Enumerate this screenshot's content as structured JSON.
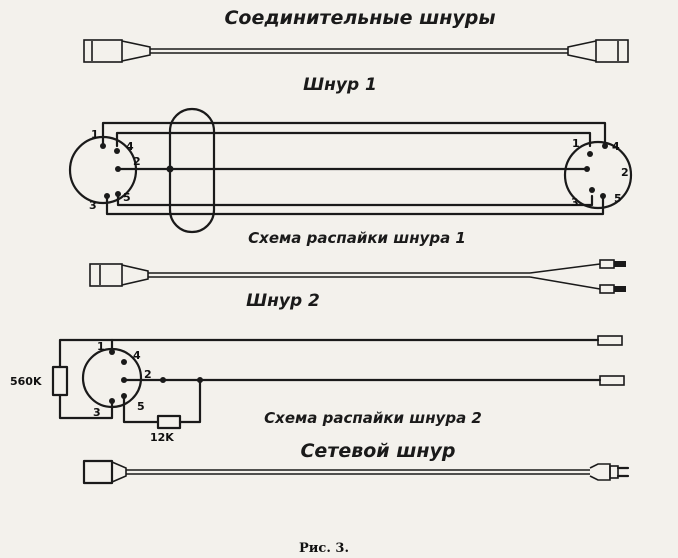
{
  "title": "Соединительные шнуры",
  "cord1": {
    "label": "Шнур 1",
    "schematic_label": "Схема распайки шнура 1",
    "left_pins": [
      "1",
      "4",
      "2",
      "3",
      "5"
    ],
    "right_pins": [
      "1",
      "4",
      "2",
      "3",
      "5"
    ]
  },
  "cord2": {
    "label": "Шнур 2",
    "schematic_label": "Схема распайки шнура 2",
    "pins": [
      "1",
      "4",
      "2",
      "3",
      "5"
    ],
    "resistor_left": "560K",
    "resistor_bottom": "12K"
  },
  "power": {
    "label": "Сетевой шнур"
  },
  "caption": "Рис. 3."
}
